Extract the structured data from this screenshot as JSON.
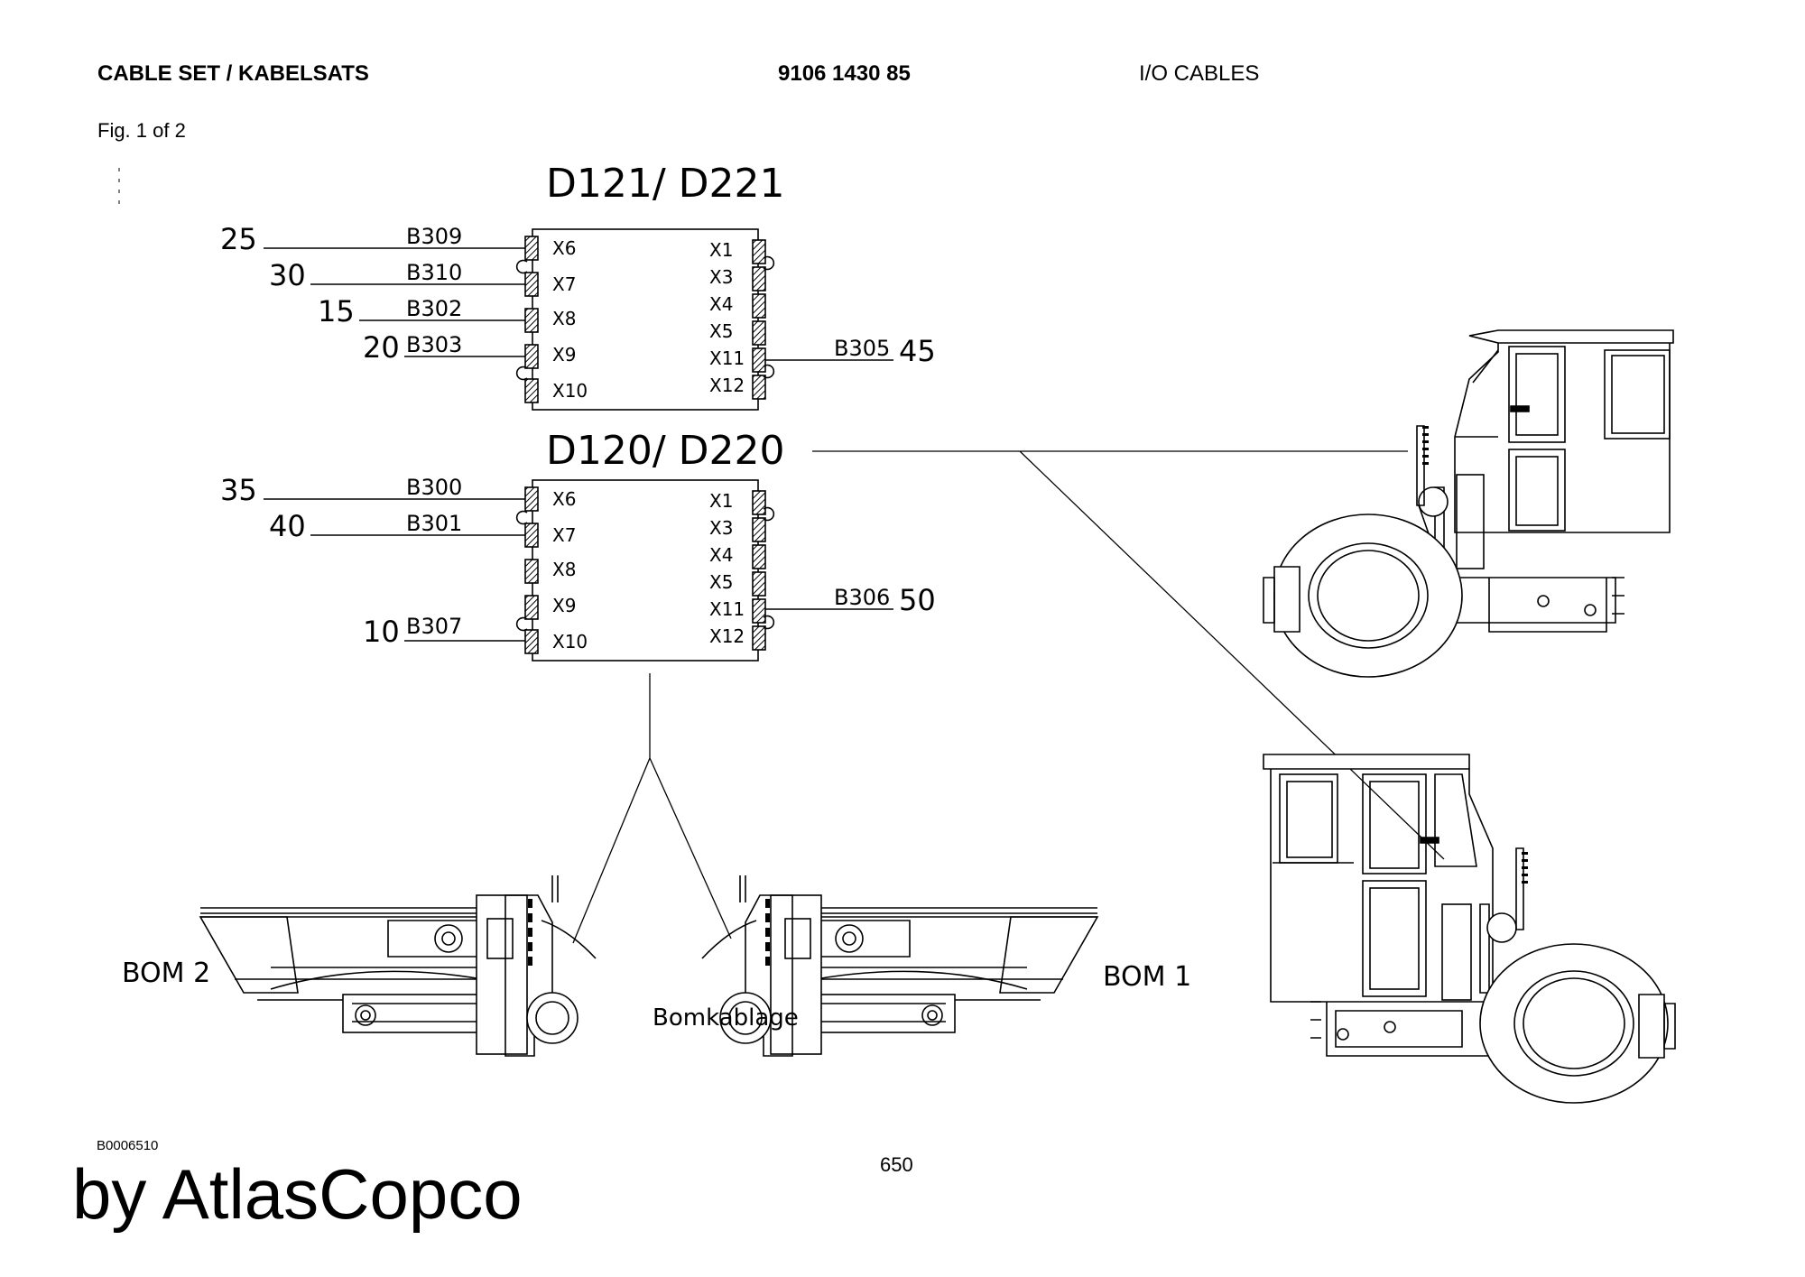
{
  "header": {
    "title": "CABLE SET / KABELSATS",
    "part_number": "9106 1430 85",
    "section": "I/O CABLES",
    "figure": "Fig. 1 of 2"
  },
  "modules": [
    {
      "name": "D121/ D221",
      "left_ports": [
        "X6",
        "X7",
        "X8",
        "X9",
        "X10"
      ],
      "right_ports": [
        "X1",
        "X3",
        "X4",
        "X5",
        "X11",
        "X12"
      ],
      "left_cables": [
        {
          "item": "25",
          "cable": "B309"
        },
        {
          "item": "30",
          "cable": "B310"
        },
        {
          "item": "15",
          "cable": "B302"
        },
        {
          "item": "20",
          "cable": "B303"
        }
      ],
      "right_cables": [
        {
          "item": "45",
          "cable": "B305"
        }
      ]
    },
    {
      "name": "D120/ D220",
      "left_ports": [
        "X6",
        "X7",
        "X8",
        "X9",
        "X10"
      ],
      "right_ports": [
        "X1",
        "X3",
        "X4",
        "X5",
        "X11",
        "X12"
      ],
      "left_cables": [
        {
          "item": "35",
          "cable": "B300"
        },
        {
          "item": "40",
          "cable": "B301"
        },
        {
          "item": "10",
          "cable": "B307"
        }
      ],
      "right_cables": [
        {
          "item": "50",
          "cable": "B306"
        }
      ]
    }
  ],
  "labels": {
    "boom2": "BOM 2",
    "boom1": "BOM 1",
    "boom_harness": "Bomkablage"
  },
  "footer": {
    "doc_id": "B0006510",
    "page": "650",
    "brand": "by AtlasCopco"
  }
}
